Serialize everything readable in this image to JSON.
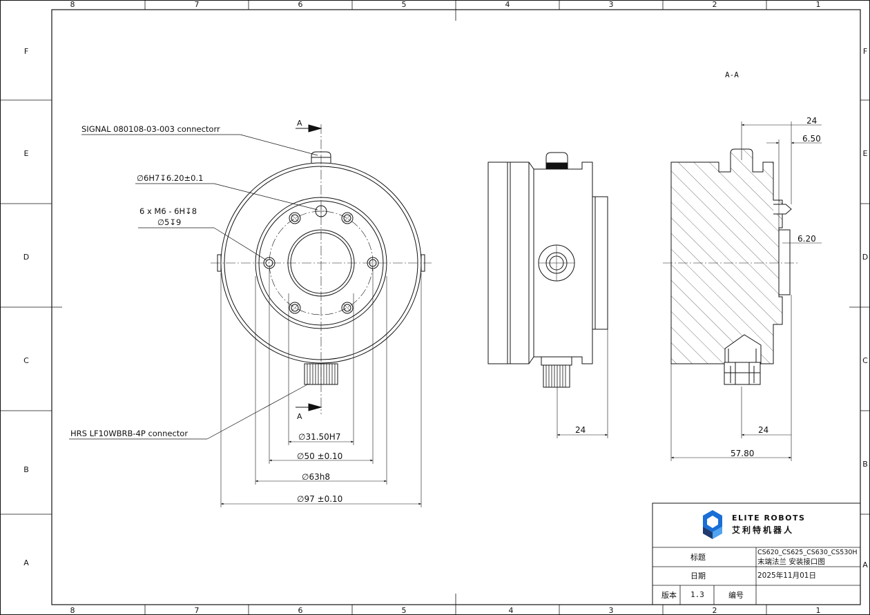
{
  "zones": {
    "columns": [
      "8",
      "7",
      "6",
      "5",
      "4",
      "3",
      "2",
      "1"
    ],
    "rows": [
      "F",
      "E",
      "D",
      "C",
      "B",
      "A"
    ]
  },
  "front_view": {
    "signal_connector": "SIGNAL 080108-03-003 connectorr",
    "pin_hole": "∅6H7↧6.20±0.1",
    "threads_line1": "6 x M6 - 6H↧8",
    "threads_line2": "∅5↧9",
    "hrs_connector": "HRS LF10WBRB-4P  connector",
    "section_label_top": "A",
    "section_label_bottom": "A",
    "dim_31": "∅31.50H7",
    "dim_50": "∅50 ±0.10",
    "dim_63": "∅63h8",
    "dim_97": "∅97 ±0.10"
  },
  "side_view": {
    "dim_24": "24"
  },
  "section_view": {
    "title": "A-A",
    "dim_24_top": "24",
    "dim_650": "6.50",
    "dim_620": "6.20",
    "dim_24_bottom": "24",
    "dim_5780": "57.80"
  },
  "title_block": {
    "company_en": "ELITE ROBOTS",
    "company_cn": "艾利特机器人",
    "title_label": "标题",
    "title_value_line1": "CS620_CS625_CS630_CS530H",
    "title_value_line2": "末端法兰 安装接口图",
    "date_label": "日期",
    "date_value": "2025年11月01日",
    "version_label": "版本",
    "version_value": "1.3",
    "number_label": "编号",
    "number_value": "",
    "colors": {
      "logo_blue": "#1a6fd6",
      "logo_dark": "#1e3a6e",
      "logo_light": "#4fa3f0"
    }
  }
}
